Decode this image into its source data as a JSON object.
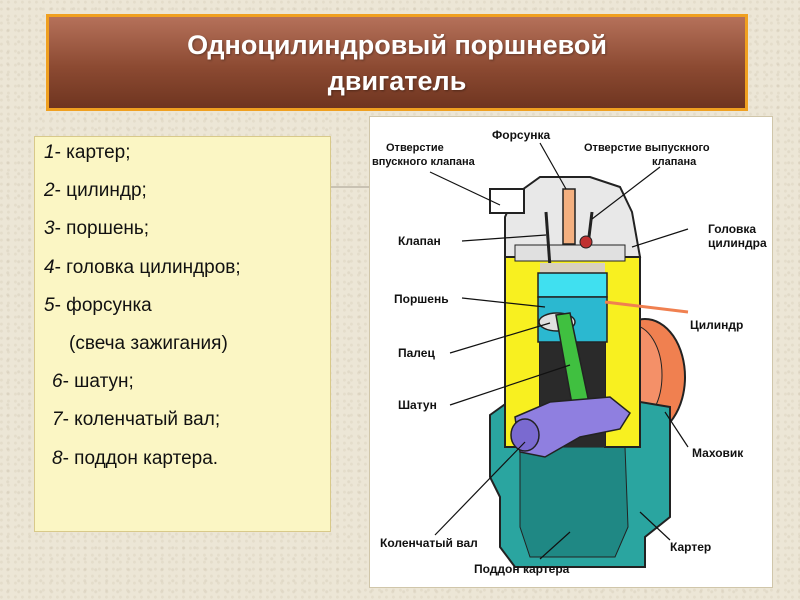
{
  "title": "Одноцилиндровый поршневой двигатель",
  "legend": {
    "items": [
      {
        "num": "1",
        "text": "- картер;"
      },
      {
        "num": "2",
        "text": "- цилиндр;"
      },
      {
        "num": "3",
        "text": "- поршень;"
      },
      {
        "num": "4",
        "text": "- головка цилиндров;"
      },
      {
        "num": "5",
        "text": "- форсунка"
      },
      {
        "num": "",
        "text": "(свеча зажигания)"
      },
      {
        "num": "6",
        "text": "- шатун;"
      },
      {
        "num": "7",
        "text": "- коленчатый вал;"
      },
      {
        "num": "8",
        "text": "- поддон картера."
      }
    ]
  },
  "diagram": {
    "labels": {
      "intake_hole_1": "Отверстие",
      "intake_hole_2": "впускного клапана",
      "injector": "Форсунка",
      "exhaust_hole_1": "Отверстие выпускного",
      "exhaust_hole_2": "клапана",
      "valve": "Клапан",
      "head_1": "Головка",
      "head_2": "цилиндра",
      "piston": "Поршень",
      "cylinder": "Цилиндр",
      "pin": "Палец",
      "rod": "Шатун",
      "flywheel": "Маховик",
      "crankshaft": "Коленчатый вал",
      "crankcase": "Картер",
      "sump": "Поддон картера"
    }
  },
  "colors": {
    "banner_border": "#f0a020",
    "banner_fill": "#8c4a32",
    "legend_bg": "#fbf6c4",
    "cylinder_yellow": "#f8f020",
    "piston_cyan": "#40e0f0",
    "rod_green": "#40c040",
    "crank_purple": "#8f7fe0",
    "crankcase_teal": "#2aa5a0",
    "flywheel_orange": "#f08050"
  }
}
